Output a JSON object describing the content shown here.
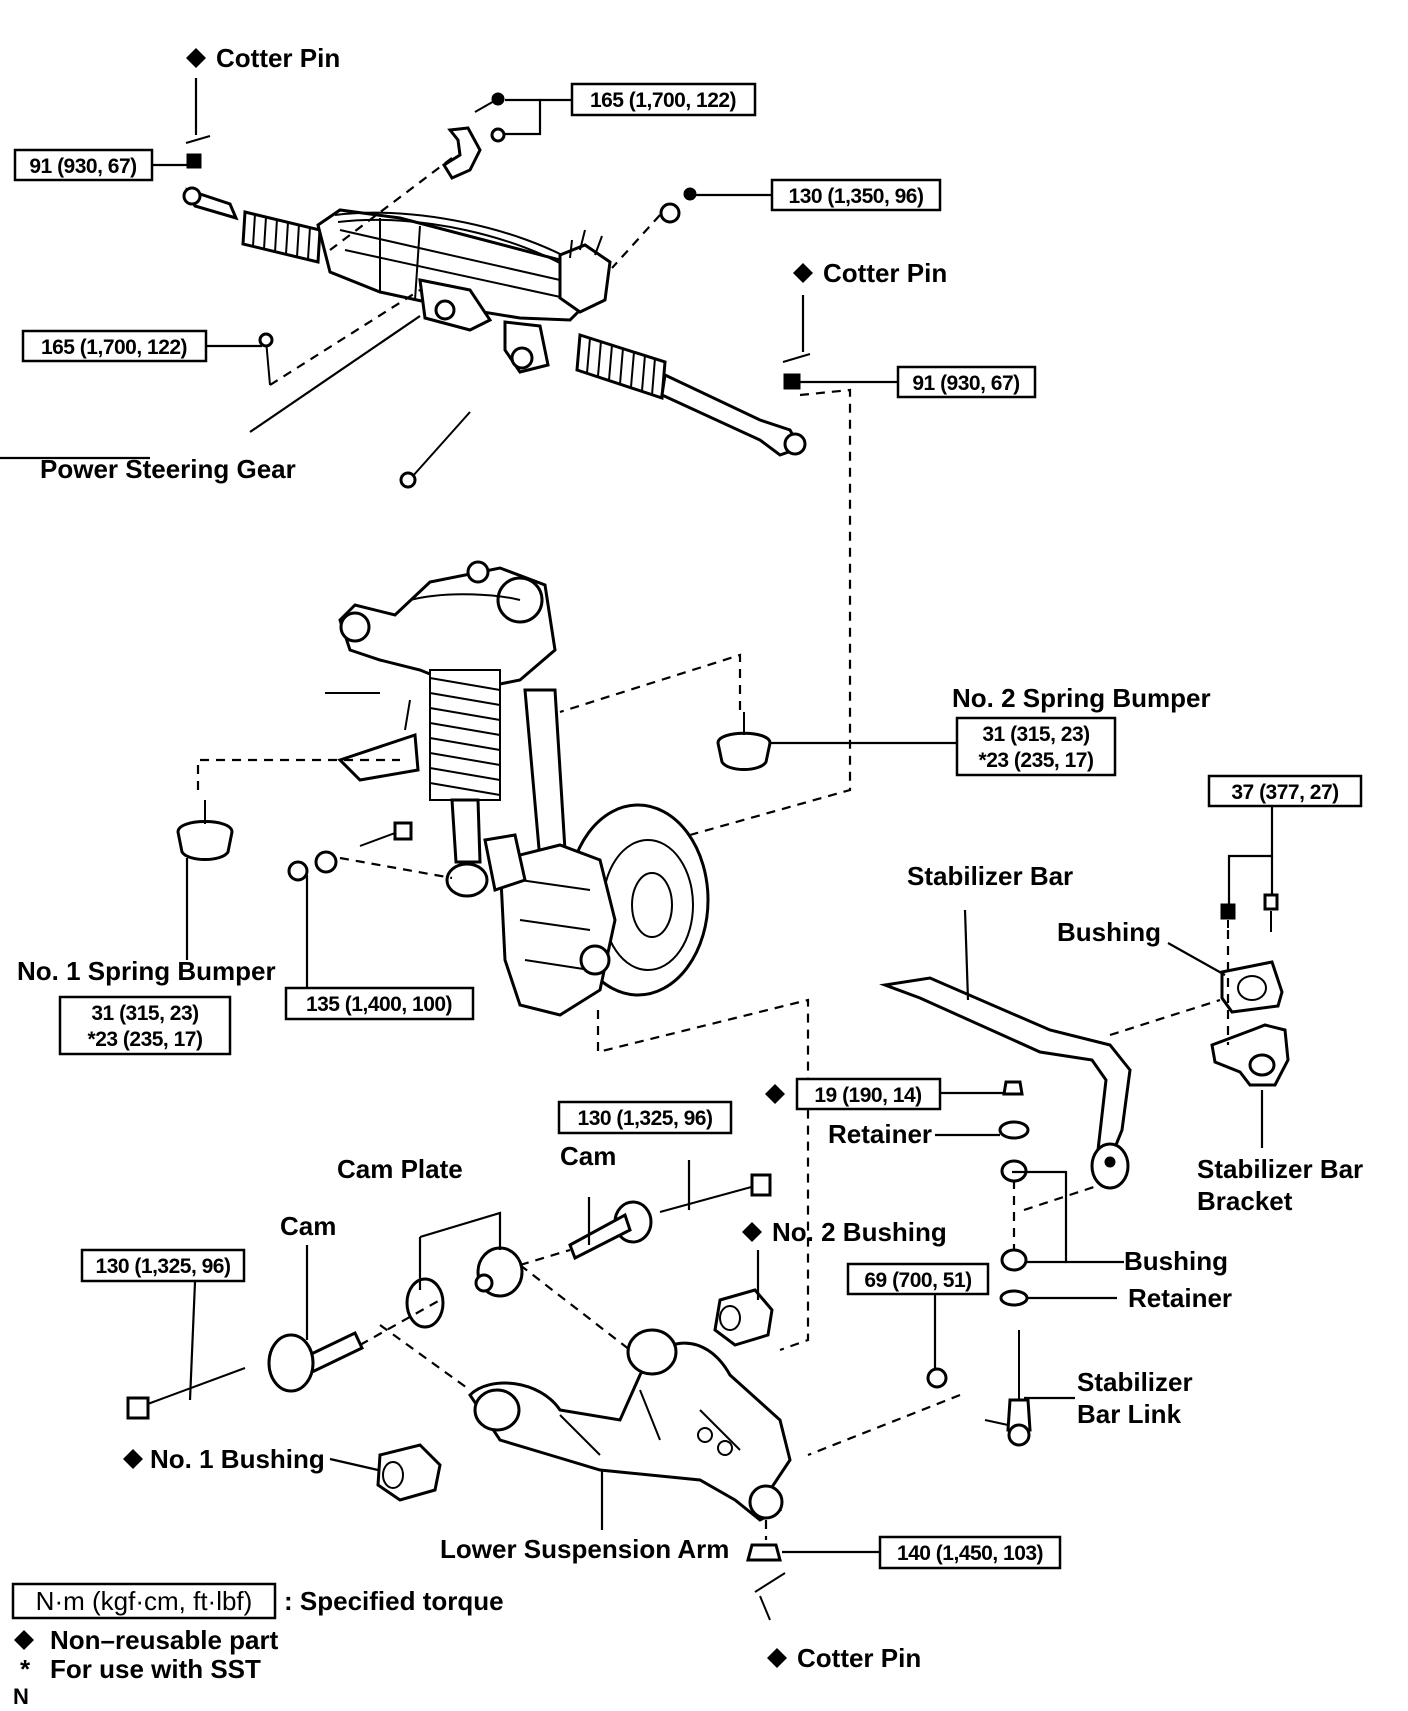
{
  "labels": {
    "cotter_pin_top": "Cotter Pin",
    "cotter_pin_mid": "Cotter Pin",
    "cotter_pin_bottom": "Cotter Pin",
    "power_steering_gear": "Power Steering Gear",
    "no2_spring_bumper": "No. 2 Spring Bumper",
    "no1_spring_bumper": "No. 1 Spring Bumper",
    "stabilizer_bar": "Stabilizer Bar",
    "bushing_upper": "Bushing",
    "retainer_upper": "Retainer",
    "bushing_lower": "Bushing",
    "retainer_lower": "Retainer",
    "stabilizer_bar_bracket_1": "Stabilizer Bar",
    "stabilizer_bar_bracket_2": "Bracket",
    "stabilizer_bar_link_1": "Stabilizer",
    "stabilizer_bar_link_2": "Bar Link",
    "cam_plate": "Cam Plate",
    "cam_left": "Cam",
    "cam_right": "Cam",
    "no2_bushing": "No. 2 Bushing",
    "no1_bushing": "No. 1 Bushing",
    "lower_suspension_arm": "Lower Suspension Arm"
  },
  "torques": {
    "tie_rod_left": "91 (930, 67)",
    "gear_bracket_top": "165 (1,700, 122)",
    "gear_nut_right": "130 (1,350, 96)",
    "gear_bolt_left": "165 (1,700, 122)",
    "tie_rod_right": "91 (930, 67)",
    "no2_bumper_1": "31 (315, 23)",
    "no2_bumper_2": "*23 (235, 17)",
    "bracket_bolts": "37 (377, 27)",
    "shock_bolt": "135 (1,400, 100)",
    "no1_bumper_1": "31 (315, 23)",
    "no1_bumper_2": "*23 (235, 17)",
    "stab_link_nut": "19 (190, 14)",
    "cam_bolt_right": "130 (1,325, 96)",
    "cam_bolt_left": "130 (1,325, 96)",
    "stab_link_lower": "69 (700, 51)",
    "ball_joint_nut": "140 (1,450, 103)"
  },
  "legend": {
    "unit_box": "N·m (kgf·cm, ft·lbf)",
    "unit_desc": ": Specified torque",
    "nonreusable": "Non–reusable part",
    "sst_mark": "*",
    "sst": "For use with SST",
    "footer_letter": "N"
  },
  "icons": {
    "nonreusable_mark": "diamond-icon"
  }
}
